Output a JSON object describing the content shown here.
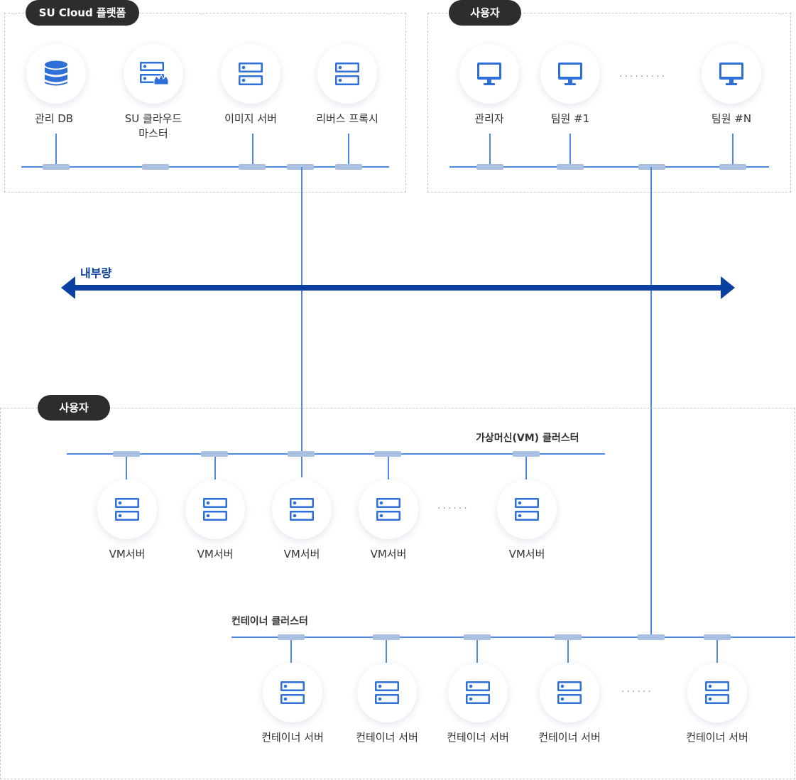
{
  "colors": {
    "line": "#4e8be0",
    "port": "#a9c0e2",
    "traffic": "#0b3fa0",
    "icon": "#2f6fd8",
    "pill": "#2d2d2d"
  },
  "platform": {
    "title": "SU Cloud 플랫폼",
    "nodes": [
      {
        "label": "관리 DB",
        "icon": "database-icon"
      },
      {
        "label": "SU 클라우드\n마스터",
        "icon": "master-server-icon"
      },
      {
        "label": "이미지 서버",
        "icon": "server-icon"
      },
      {
        "label": "리버스 프록시",
        "icon": "server-icon"
      }
    ]
  },
  "users_top": {
    "title": "사용자",
    "nodes": [
      {
        "label": "관리자",
        "icon": "monitor-icon"
      },
      {
        "label": "팀원 #1",
        "icon": "monitor-icon"
      },
      {
        "label": "팀원 #N",
        "icon": "monitor-icon"
      }
    ],
    "ellipsis": "·········"
  },
  "traffic": {
    "label": "내부량"
  },
  "users_bottom": {
    "title": "사용자",
    "vm_cluster": {
      "label": "가상머신(VM) 클러스터",
      "nodes": [
        {
          "label": "VM서버",
          "icon": "server-icon"
        },
        {
          "label": "VM서버",
          "icon": "server-icon"
        },
        {
          "label": "VM서버",
          "icon": "server-icon"
        },
        {
          "label": "VM서버",
          "icon": "server-icon"
        },
        {
          "label": "VM서버",
          "icon": "server-icon"
        }
      ],
      "ellipsis": "······"
    },
    "container_cluster": {
      "label": "컨테이너 클러스터",
      "nodes": [
        {
          "label": "컨테이너 서버",
          "icon": "server-icon"
        },
        {
          "label": "컨테이너 서버",
          "icon": "server-icon"
        },
        {
          "label": "컨테이너 서버",
          "icon": "server-icon"
        },
        {
          "label": "컨테이너 서버",
          "icon": "server-icon"
        },
        {
          "label": "컨테이너 서버",
          "icon": "server-icon"
        }
      ],
      "ellipsis": "······"
    }
  }
}
